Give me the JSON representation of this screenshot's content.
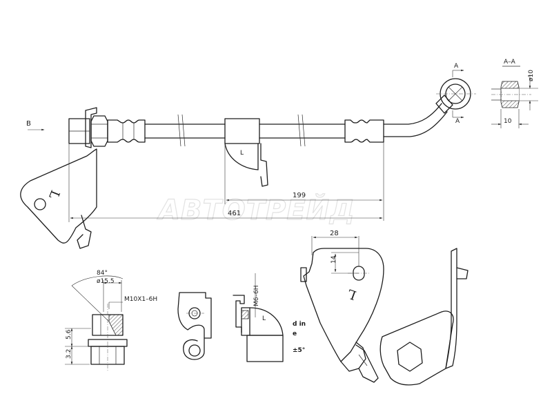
{
  "view_labels": {
    "direction": "B",
    "section_arrow_upper": "A",
    "section_arrow_lower": "A",
    "section_title": "A–A",
    "bracket_letter": "L",
    "bracket_letter_small": "L",
    "bracket_letter_mid": "L"
  },
  "dimensions": {
    "overall_length": "461",
    "center_to_end": "199",
    "bracket_width": "28",
    "slot_height": "14",
    "section_diameter": "ø10",
    "section_width": "10",
    "nut_angle": "84°",
    "nut_diameter": "ø15.5",
    "nut_thread": "M10X1–6H",
    "nut_dim_upper": "5.6",
    "nut_dim_lower": "3.2",
    "clip_thread": "M6–6H"
  },
  "notes": {
    "note_line1": "d in",
    "note_line2": "e",
    "note_line3": "±5°"
  },
  "watermark": "АВТОТРЕЙД"
}
